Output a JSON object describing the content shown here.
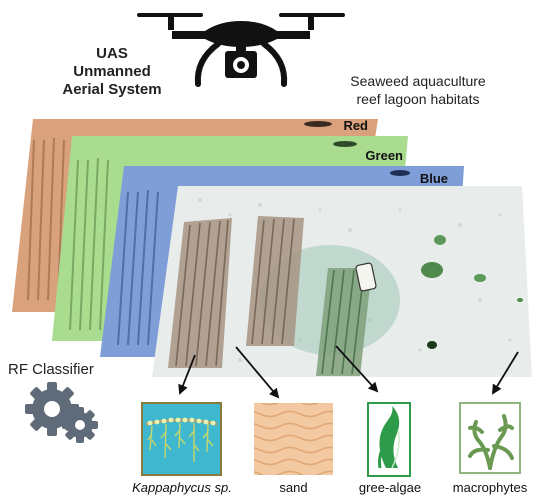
{
  "uas_label": {
    "line1": "UAS",
    "line2": "Unmanned",
    "line3": "Aerial System"
  },
  "habitat_label": {
    "line1": "Seaweed aquaculture",
    "line2": "reef lagoon habitats"
  },
  "bands": {
    "red": "Red",
    "green": "Green",
    "blue": "Blue"
  },
  "classifier_label": "RF Classifier",
  "classes": {
    "kappaphycus": "Kappaphycus sp.",
    "sand": "sand",
    "green_algae": "gree-algae",
    "macrophytes": "macrophytes"
  },
  "colors": {
    "red_band": "#d9a27c",
    "green_band": "#a9dc8e",
    "blue_band": "#7f9ed8",
    "kappaphycus_bg": "#3fb8cf",
    "sand_bg": "#f2c9a0",
    "algae_green": "#2e9b4a",
    "macrophyte_green": "#6a9a52",
    "gear_gray": "#5f6b78"
  },
  "icons": [
    "drone-icon",
    "camera-icon",
    "gear-icon"
  ]
}
